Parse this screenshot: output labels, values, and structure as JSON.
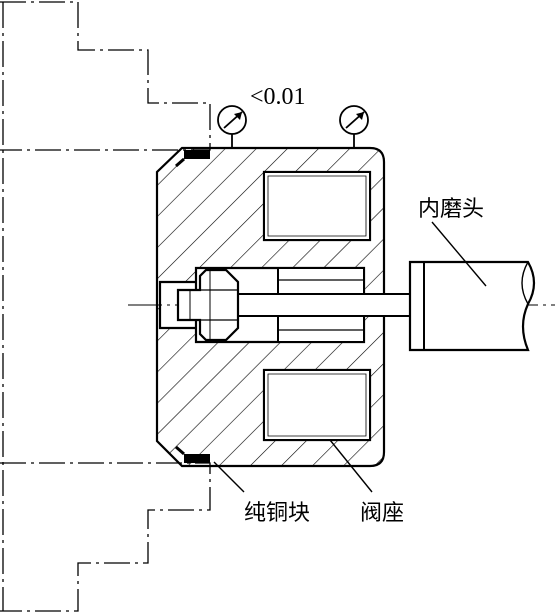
{
  "labels": {
    "tolerance": "<0.01",
    "grinding_head": "内磨头",
    "copper_block": "纯铜块",
    "valve_seat": "阀座"
  },
  "colors": {
    "ink": "#000000",
    "paper": "#ffffff"
  },
  "icons": {
    "dial_indicator": "dial-gauge-icon"
  }
}
